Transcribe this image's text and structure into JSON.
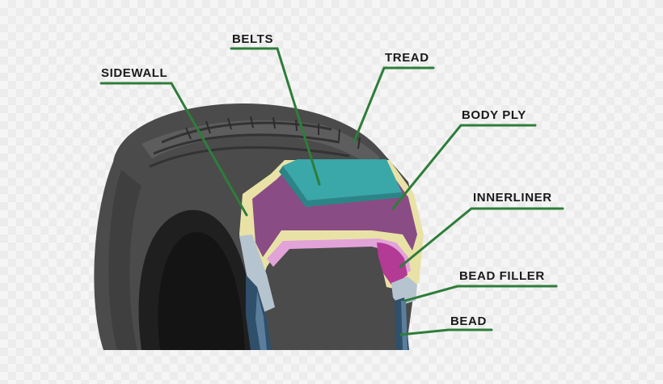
{
  "colors": {
    "leader_line": "#2e7d3a",
    "tire_rubber": "#4a4a4a",
    "tread": "#5c5c5c",
    "sidewall": "#e9e2a6",
    "body_ply": "#8a4c84",
    "belts": "#3aa7a9",
    "innerliner": "#e2a3d8",
    "bead_filler": "#a9b9c6",
    "bead": "#2f4f6b"
  },
  "labels": {
    "belts": "BELTS",
    "tread": "TREAD",
    "sidewall": "SIDEWALL",
    "body_ply": "BODY PLY",
    "innerliner": "INNERLINER",
    "bead_filler": "BEAD FILLER",
    "bead": "BEAD"
  }
}
